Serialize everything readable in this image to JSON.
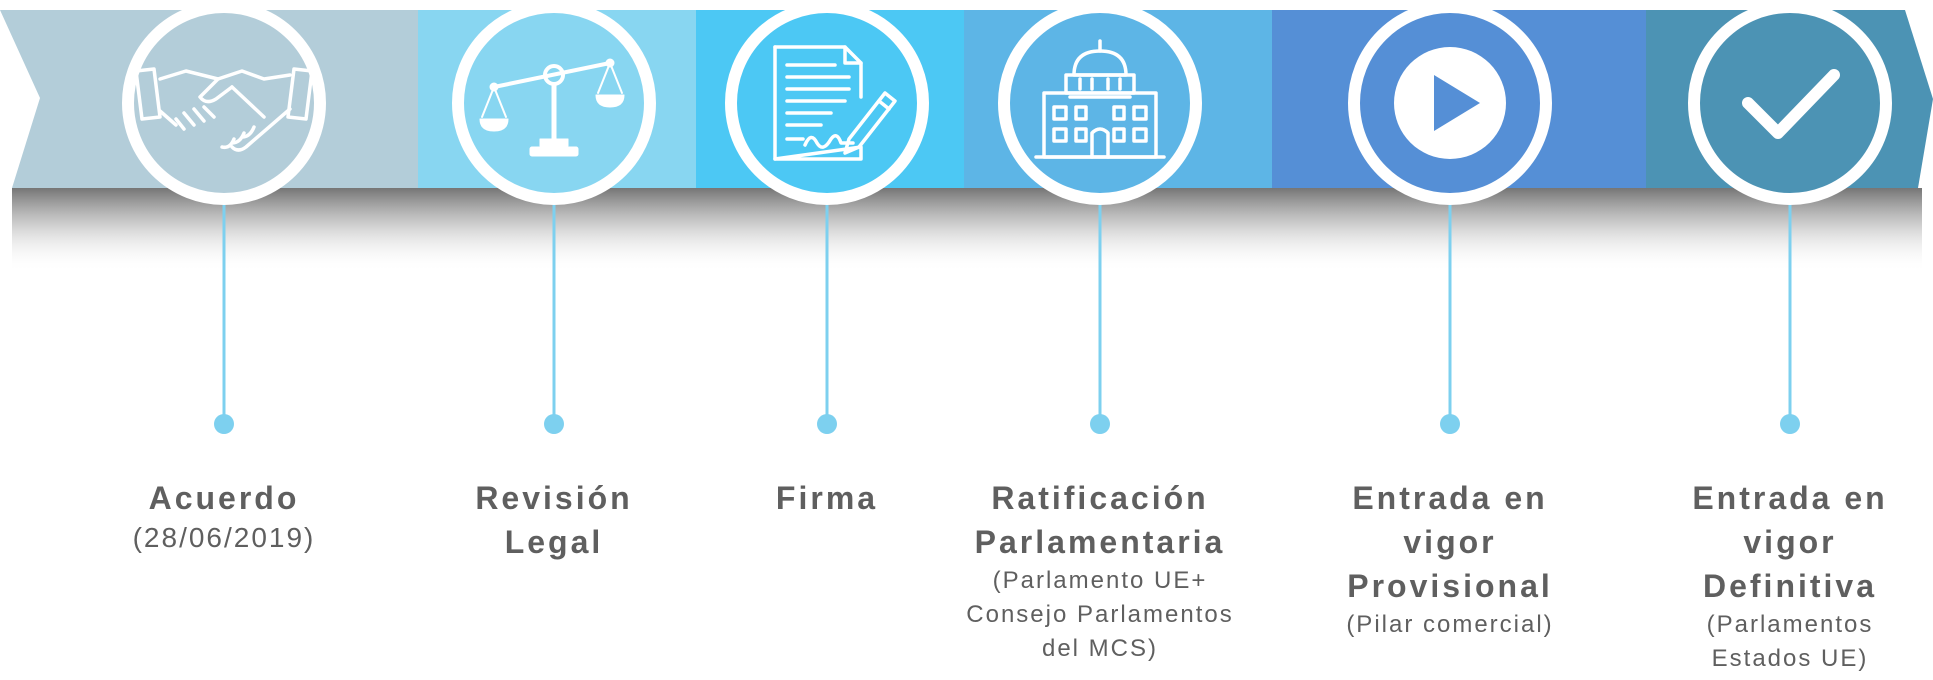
{
  "timeline": {
    "colors": {
      "band": [
        "#b3cdd9",
        "#88d6f1",
        "#4cc8f4",
        "#5db5e6",
        "#558fd6",
        "#4c93b4"
      ],
      "circle_fill": [
        "#b3cdd9",
        "#88d6f1",
        "#4cc8f4",
        "#5db5e6",
        "#558fd6",
        "#4c93b4"
      ],
      "ring": "#ffffff",
      "connector": "#7dd0ef",
      "text": "#5f5f5f"
    },
    "steps": [
      {
        "icon": "handshake-icon",
        "title": "Acuerdo",
        "subtitle": "(28/06/2019)"
      },
      {
        "icon": "scales-icon",
        "title": "Revisión Legal",
        "subtitle": ""
      },
      {
        "icon": "signed-document-icon",
        "title": "Firma",
        "subtitle": ""
      },
      {
        "icon": "parliament-building-icon",
        "title": "Ratificación Parlamentaria",
        "subtitle": "(Parlamento UE+ Consejo Parlamentos del MCS)"
      },
      {
        "icon": "play-icon",
        "title": "Entrada en vigor Provisional",
        "subtitle": "(Pilar comercial)"
      },
      {
        "icon": "check-icon",
        "title": "Entrada en vigor Definitiva",
        "subtitle": "(Parlamentos Estados UE)"
      }
    ]
  }
}
